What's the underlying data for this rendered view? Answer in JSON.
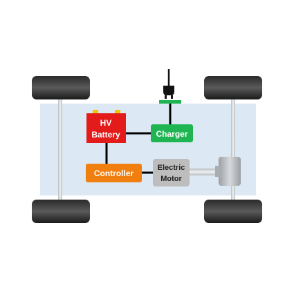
{
  "diagram": {
    "battery": {
      "line1": "HV",
      "line2": "Battery",
      "color": "#e31b1b",
      "terminal_color": "#f5c400"
    },
    "charger": {
      "label": "Charger",
      "color": "#1fb552"
    },
    "controller": {
      "label": "Controller",
      "color": "#f07f0f"
    },
    "motor": {
      "line1": "Electric",
      "line2": "Motor",
      "color": "#bdbdbd",
      "text_color": "#222222"
    },
    "chassis_color": "#dce8f3",
    "wire_color": "#000000",
    "axle_color": "#cfd2d4",
    "tire_color": "#1a1a1a",
    "plug": {
      "icon": "charging-plug-icon",
      "color": "#111111",
      "inlet_color": "#1fb552"
    }
  }
}
